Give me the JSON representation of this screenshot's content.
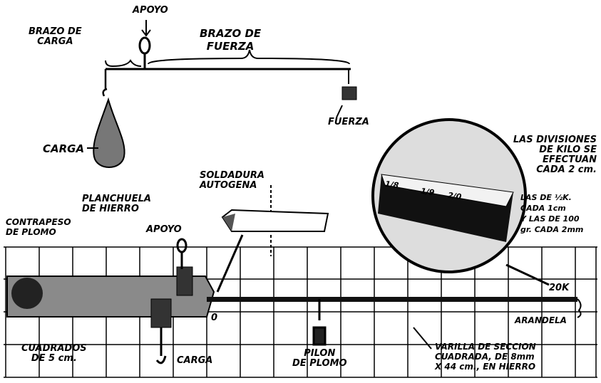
{
  "top_lever": {
    "apoyo": "APOYO",
    "brazo_carga": [
      "BRAZO DE",
      "CARGA"
    ],
    "brazo_fuerza": [
      "BRAZO DE",
      "FUERZA"
    ],
    "carga": "CARGA",
    "fuerza": "FUERZA"
  },
  "scale_diagram": {
    "soldadura": [
      "SOLDADURA",
      "AUTOGENA"
    ],
    "planchuela": [
      "PLANCHUELA",
      "DE HIERRO"
    ],
    "contrapeso": [
      "CONTRAPESO",
      "DE PLOMO"
    ],
    "apoyo": "APOYO",
    "zero": "0",
    "carga": "CARGA",
    "pilon": [
      "PILON",
      "DE PLOMO"
    ],
    "cuadrados": [
      "CUADRADOS",
      "DE 5 cm."
    ],
    "max": "20K",
    "arandela": "ARANDELA",
    "varilla": [
      "VARILLA DE SECCION",
      "CUADRADA, DE 8mm",
      "X 44 cm., EN HIERRO"
    ]
  },
  "callout": {
    "main": [
      "LAS DIVISIONES",
      "DE KILO SE",
      "EFECTUAN",
      "CADA 2 cm."
    ],
    "sub": [
      "LAS DE ½K.",
      "CADA 1cm",
      "Y LAS DE 100",
      "gr. CADA 2mm"
    ],
    "ticks": [
      "1/8",
      "1/9",
      "2/0"
    ]
  }
}
